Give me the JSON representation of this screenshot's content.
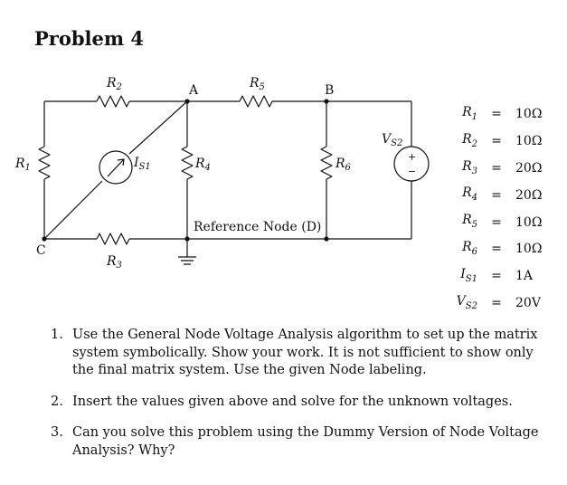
{
  "title": "Problem 4",
  "circuit": {
    "nodes": {
      "A": "A",
      "B": "B",
      "C": "C"
    },
    "labels": {
      "R1": {
        "main": "R",
        "sub": "1"
      },
      "R2": {
        "main": "R",
        "sub": "2"
      },
      "R3": {
        "main": "R",
        "sub": "3"
      },
      "R4": {
        "main": "R",
        "sub": "4"
      },
      "R5": {
        "main": "R",
        "sub": "5"
      },
      "R6": {
        "main": "R",
        "sub": "6"
      },
      "IS1": {
        "main": "I",
        "sub": "S1"
      },
      "VS2": {
        "main": "V",
        "sub": "S2"
      }
    },
    "reference_node": "Reference Node (D)",
    "plus": "+",
    "minus": "−"
  },
  "values": [
    {
      "main": "R",
      "sub": "1",
      "eq": "=",
      "value": "10Ω"
    },
    {
      "main": "R",
      "sub": "2",
      "eq": "=",
      "value": "10Ω"
    },
    {
      "main": "R",
      "sub": "3",
      "eq": "=",
      "value": "20Ω"
    },
    {
      "main": "R",
      "sub": "4",
      "eq": "=",
      "value": "20Ω"
    },
    {
      "main": "R",
      "sub": "5",
      "eq": "=",
      "value": "10Ω"
    },
    {
      "main": "R",
      "sub": "6",
      "eq": "=",
      "value": "10Ω"
    },
    {
      "main": "I",
      "sub": "S1",
      "eq": "=",
      "value": "1A"
    },
    {
      "main": "V",
      "sub": "S2",
      "eq": "=",
      "value": "20V"
    }
  ],
  "questions": [
    {
      "num": "1.",
      "text": "Use the General Node Voltage Analysis algorithm to set up the matrix system symbolically. Show your work. It is not sufficient to show only the final matrix system. Use the given Node labeling."
    },
    {
      "num": "2.",
      "text": "Insert the values given above and solve for the unknown voltages."
    },
    {
      "num": "3.",
      "text": "Can you solve this problem using the Dummy Version of Node Voltage Analysis? Why?"
    }
  ]
}
